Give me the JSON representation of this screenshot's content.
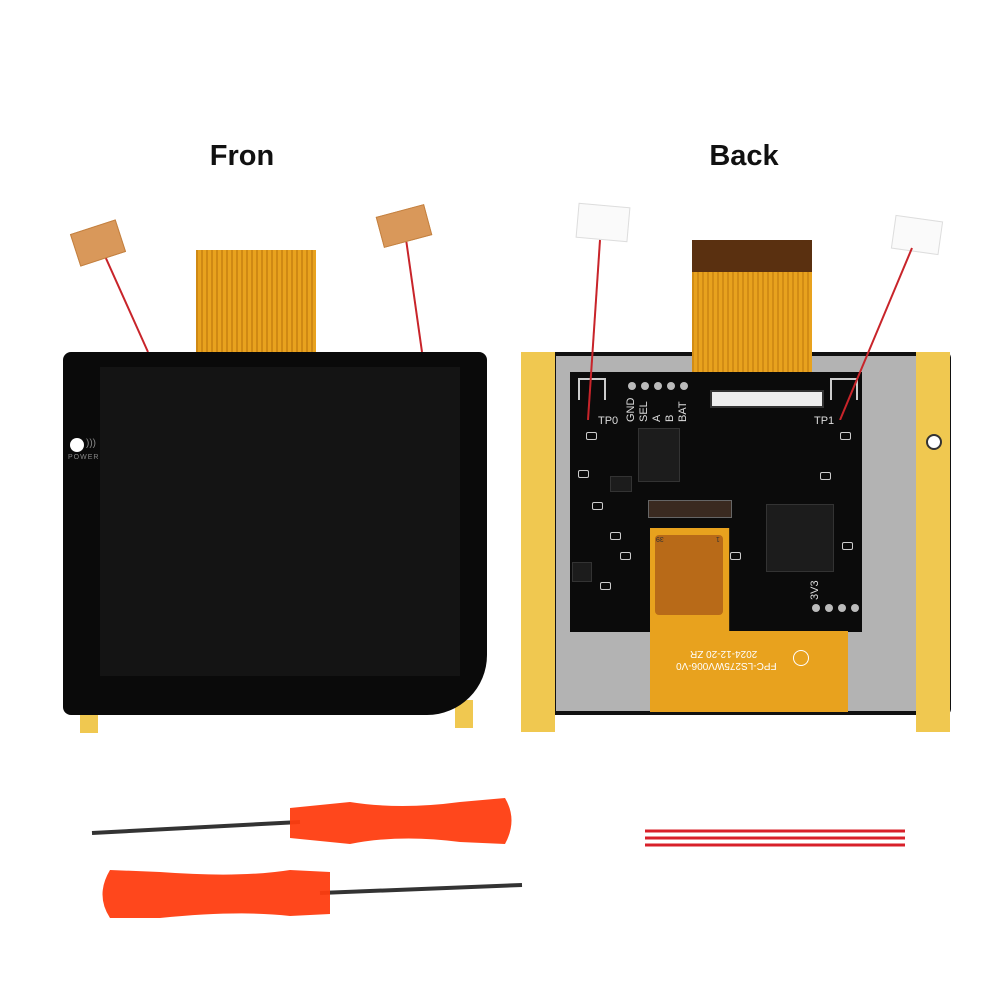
{
  "labels": {
    "front": "Fron",
    "back": "Back"
  },
  "front": {
    "power_label": "POWER"
  },
  "back": {
    "tp0": "TP0",
    "tp1": "TP1",
    "pins": [
      "GND",
      "SEL",
      "A",
      "B",
      "BAT"
    ],
    "v33": "3V3",
    "fpc_pin_39": "39",
    "fpc_pin_1": "1",
    "fpc_model": "FPC-LS275WV006-V0",
    "fpc_date": "2024-12-20 ZR"
  },
  "colors": {
    "flex_orange": "#e8a21e",
    "tape_yellow": "#f0c850",
    "screwdriver_red": "#ff3d10",
    "wire_red": "#d8202a"
  }
}
